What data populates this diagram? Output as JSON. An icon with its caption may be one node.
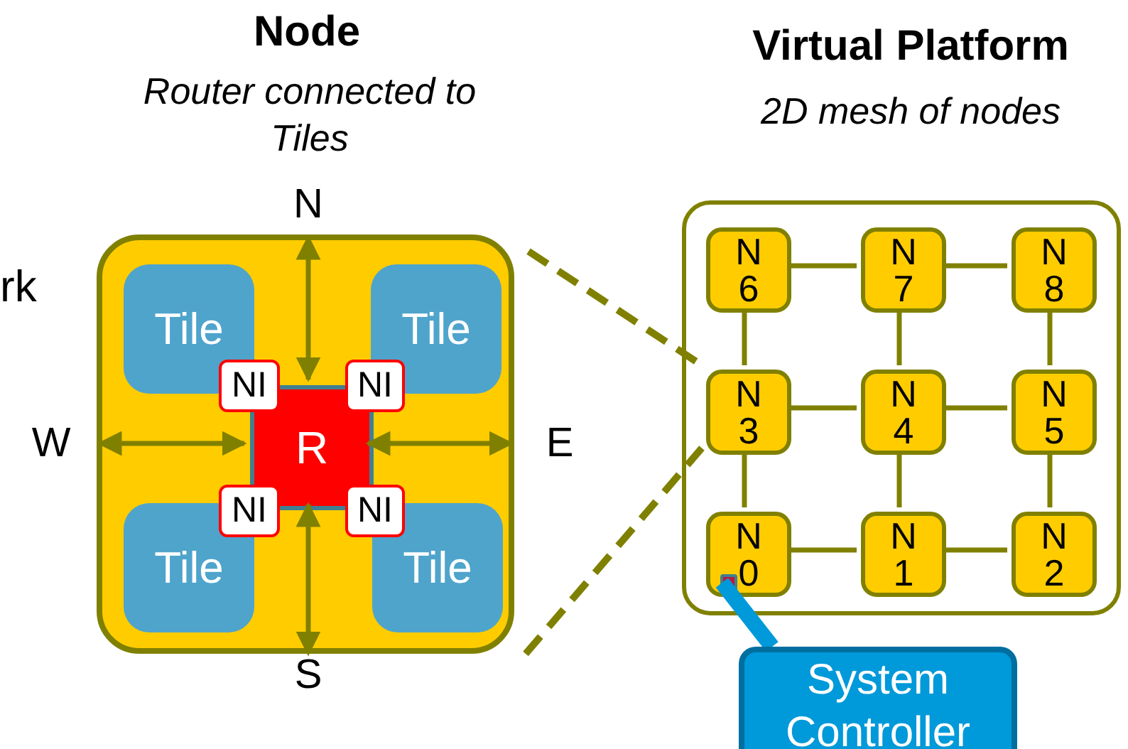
{
  "diagram": {
    "nodes": [
      {
        "text": [],
        "shape": "box"
      },
      {
        "text": [
          "Tile"
        ],
        "in": 0
      },
      {
        "text": [
          "Tile"
        ],
        "in": 0
      },
      {
        "text": [
          "Tile"
        ],
        "in": 0
      },
      {
        "text": [
          "Tile"
        ],
        "in": 0
      },
      {
        "text": [
          "NI"
        ],
        "in": 0
      },
      {
        "text": [
          "NI"
        ],
        "in": 0
      },
      {
        "text": [
          "NI"
        ],
        "in": 0
      },
      {
        "text": [
          "NI"
        ],
        "in": 0
      },
      {
        "text": [
          "R"
        ],
        "in": 0
      },
      {
        "text": [
          "N"
        ]
      },
      {
        "text": [
          "W"
        ]
      },
      {
        "text": [
          "E"
        ]
      },
      {
        "text": [
          "S"
        ]
      },
      {
        "text": [],
        "shape": "box"
      },
      {
        "text": [
          "N 6"
        ],
        "in": 14
      },
      {
        "text": [
          "N 7"
        ],
        "in": 14
      },
      {
        "text": [
          "N 8"
        ],
        "in": 14
      },
      {
        "text": [
          "N 3"
        ],
        "in": 14
      },
      {
        "text": [
          "N 4"
        ],
        "in": 14
      },
      {
        "text": [
          "N 5"
        ],
        "in": 14
      },
      {
        "text": [
          "N 0"
        ],
        "in": 14
      },
      {
        "text": [
          "N 1"
        ],
        "in": 14
      },
      {
        "text": [
          "N 2"
        ],
        "in": 14
      },
      {
        "text": [
          "System Controller"
        ]
      },
      {
        "text": [],
        "shape": "box",
        "in": 21
      }
    ],
    "edges": [
      {
        "from": 10,
        "to": 9,
        "arrow": "both"
      },
      {
        "from": 11,
        "to": 9,
        "arrow": "both"
      },
      {
        "from": 12,
        "to": 9,
        "arrow": "both"
      },
      {
        "from": 13,
        "to": 9,
        "arrow": "both"
      },
      {
        "from": 0,
        "to": 18,
        "arrow": "none",
        "style": "dashed"
      },
      {
        "from": 0,
        "to": 18,
        "arrow": "none",
        "style": "dashed"
      },
      {
        "from": 15,
        "to": 16,
        "arrow": "none"
      },
      {
        "from": 16,
        "to": 17,
        "arrow": "none"
      },
      {
        "from": 18,
        "to": 19,
        "arrow": "none"
      },
      {
        "from": 19,
        "to": 20,
        "arrow": "none"
      },
      {
        "from": 21,
        "to": 22,
        "arrow": "none"
      },
      {
        "from": 22,
        "to": 23,
        "arrow": "none"
      },
      {
        "from": 15,
        "to": 18,
        "arrow": "none"
      },
      {
        "from": 18,
        "to": 21,
        "arrow": "none"
      },
      {
        "from": 16,
        "to": 19,
        "arrow": "none"
      },
      {
        "from": 19,
        "to": 22,
        "arrow": "none"
      },
      {
        "from": 17,
        "to": 20,
        "arrow": "none"
      },
      {
        "from": 20,
        "to": 23,
        "arrow": "none"
      },
      {
        "from": 24,
        "to": 25,
        "arrow": "none",
        "style": "thick",
        "color": "#0099d9"
      }
    ],
    "labels": [
      "Node",
      "Router connected to Tiles",
      "Virtual Platform",
      "2D mesh of nodes",
      "rk"
    ]
  }
}
